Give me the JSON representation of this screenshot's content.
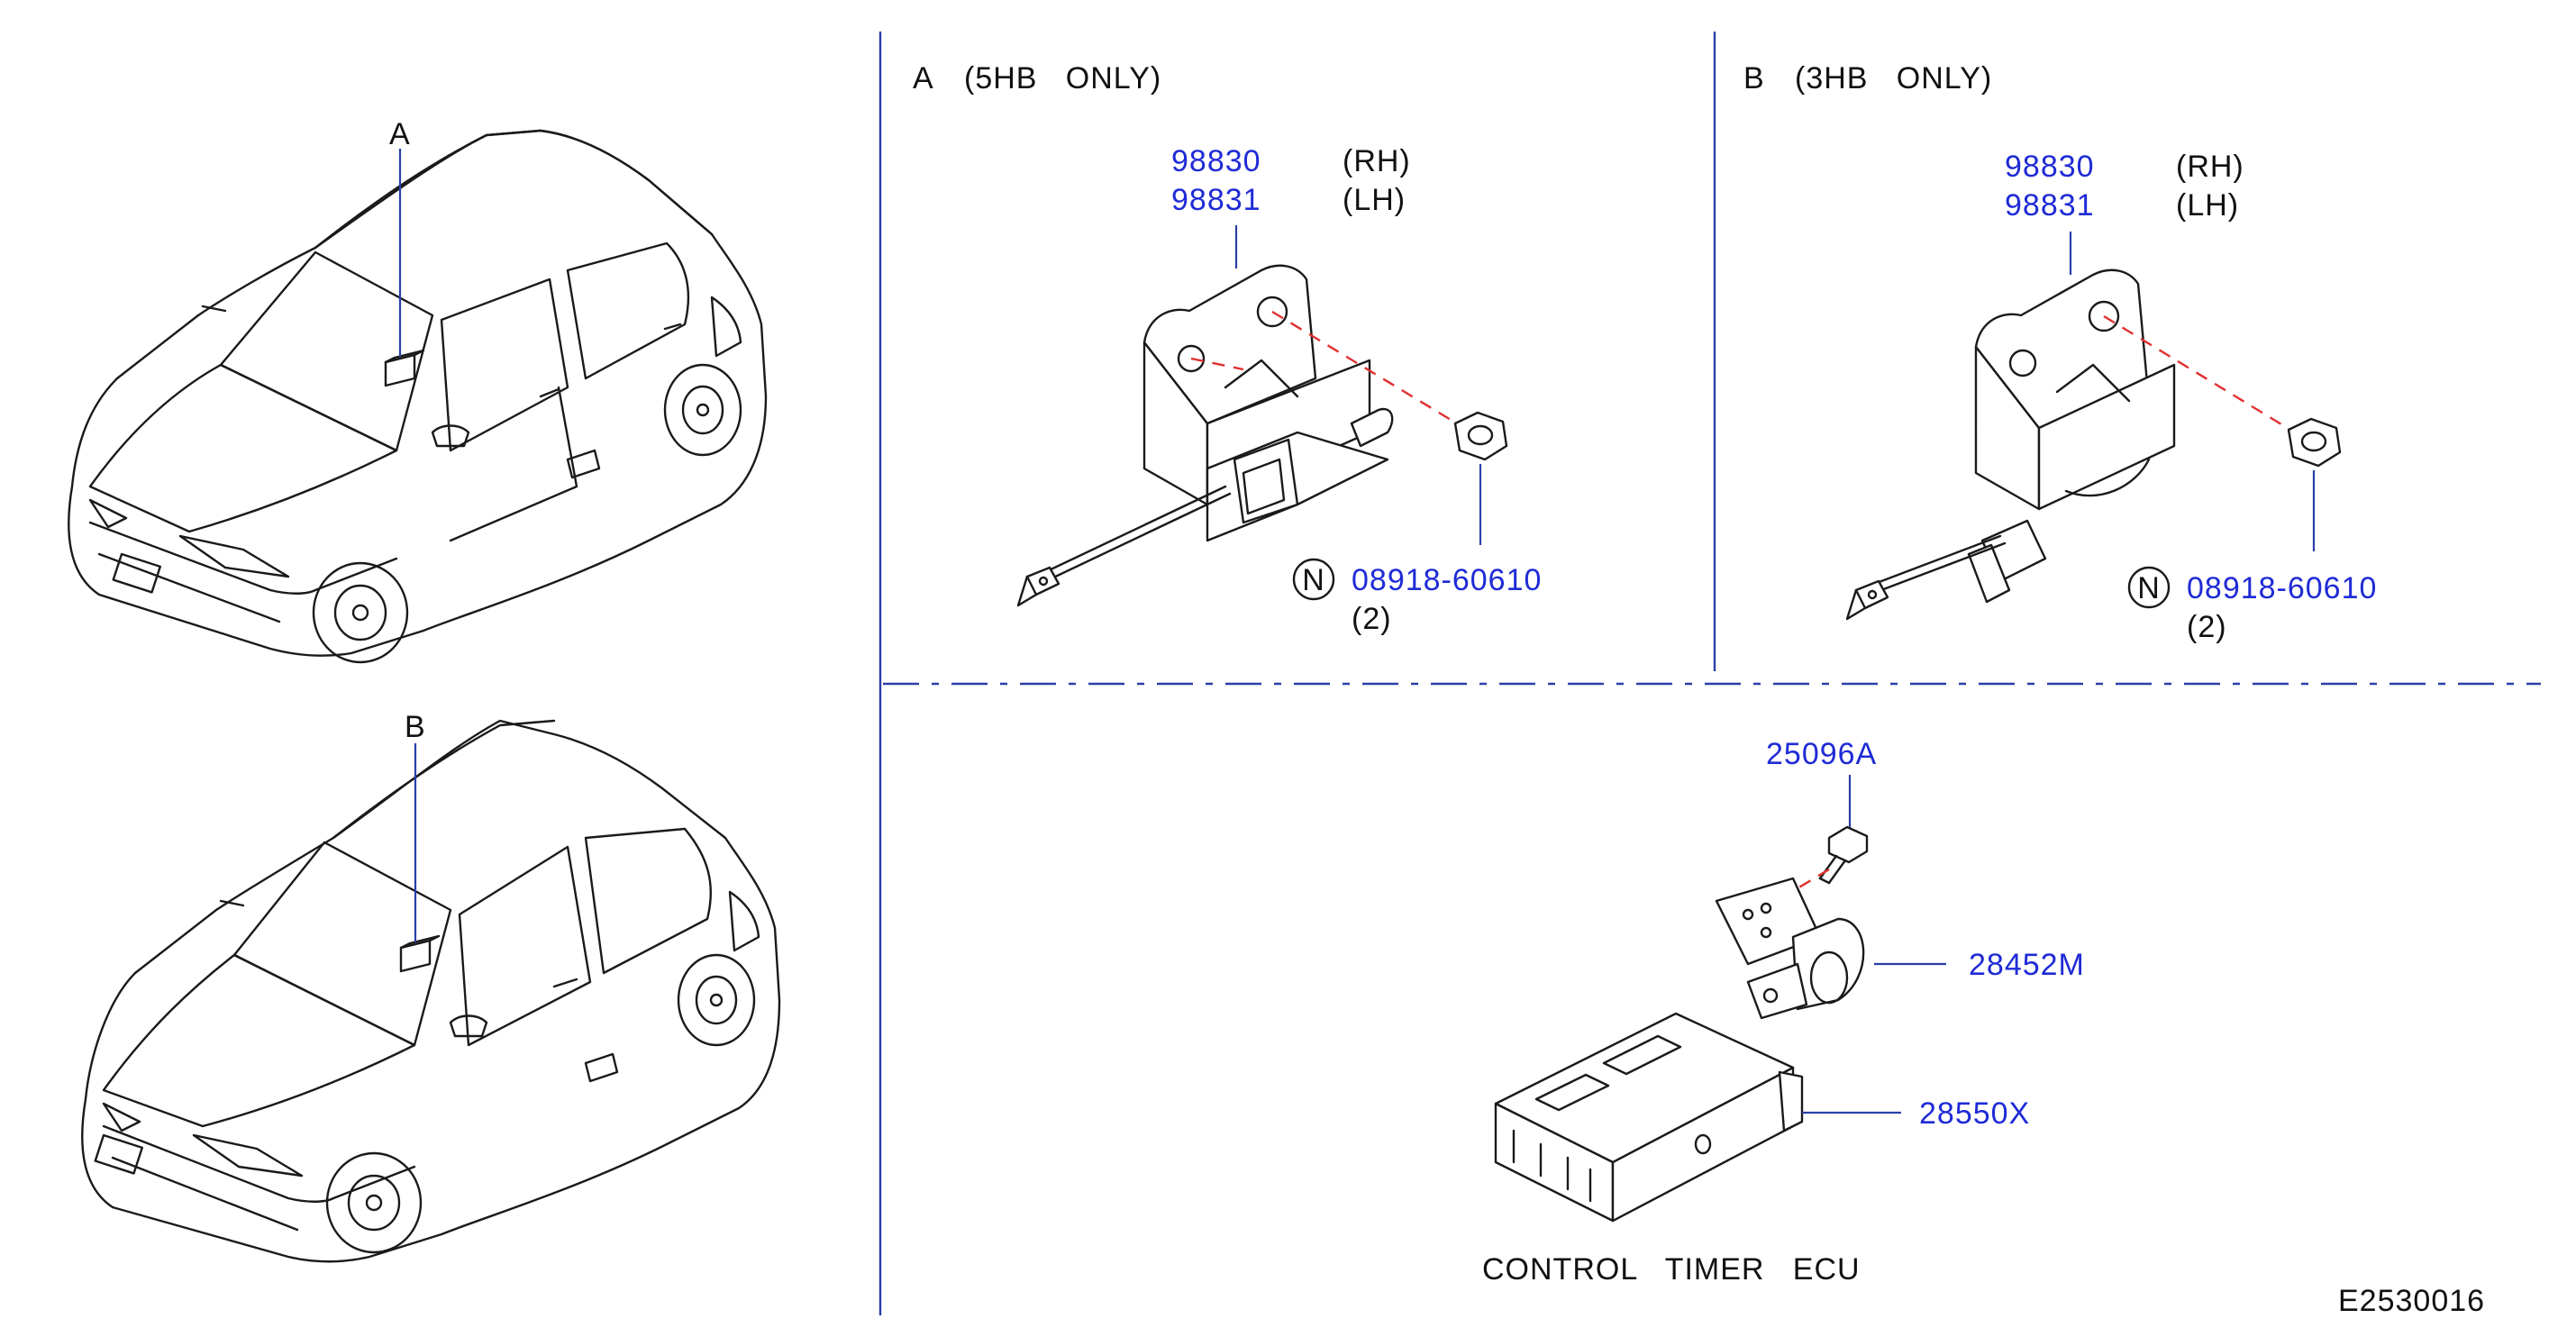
{
  "locators": {
    "top_car_label": "A",
    "bottom_car_label": "B"
  },
  "panel_a": {
    "title_letter": "A",
    "title_note": "(5HB   ONLY)",
    "part_rh": "98830",
    "part_lh": "98831",
    "side_rh": "(RH)",
    "side_lh": "(LH)",
    "nut_symbol": "N",
    "nut_part": "08918-60610",
    "nut_qty": "(2)"
  },
  "panel_b": {
    "title_letter": "B",
    "title_note": "(3HB   ONLY)",
    "part_rh": "98830",
    "part_lh": "98831",
    "side_rh": "(RH)",
    "side_lh": "(LH)",
    "nut_symbol": "N",
    "nut_part": "08918-60610",
    "nut_qty": "(2)"
  },
  "ecu": {
    "bolt_part": "25096A",
    "bracket_part": "28452M",
    "ecu_part": "28550X",
    "caption": "CONTROL   TIMER   ECU"
  },
  "diagram_code": "E2530016",
  "colors": {
    "part_number": "#1f2bd6",
    "divider": "#2a3fa8",
    "alignment_dash": "#e03030",
    "ink": "#1a1a1a"
  }
}
